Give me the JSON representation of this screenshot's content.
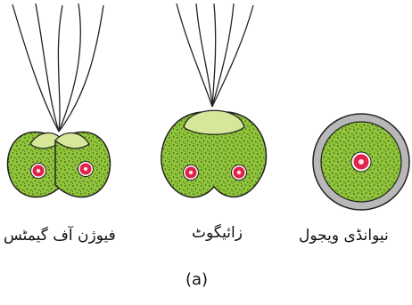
{
  "labels": {
    "fusion": "فیوژن آف گیمٹس",
    "zygote": "زائیگوٹ",
    "neutral_cell": "نیوانڈی ویجول"
  },
  "caption": "(a)",
  "colors": {
    "cell_green": "#8fc43a",
    "pale_green": "#d6e79a",
    "ring_gray": "#b8b8b8",
    "speckle": "#1e2a10",
    "nucleus": "#e0234a"
  }
}
